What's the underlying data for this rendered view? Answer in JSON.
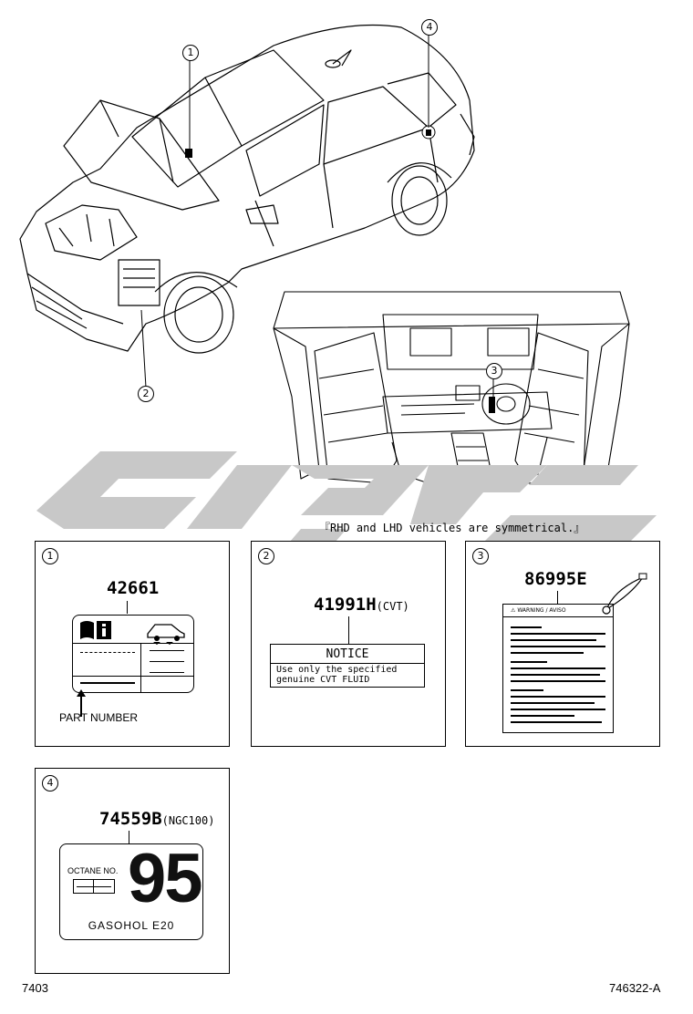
{
  "callouts": {
    "c1": "1",
    "c2": "2",
    "c3": "3",
    "c4": "4"
  },
  "caption": "『RHD and LHD vehicles are symmetrical.』",
  "labels": {
    "l1": {
      "num": "1",
      "part_number": "42661",
      "part_number_label": "PART NUMBER"
    },
    "l2": {
      "num": "2",
      "part_number": "41991H",
      "suffix": "(CVT)",
      "notice_title": "NOTICE",
      "notice_line1": "Use only the specified",
      "notice_line2": "genuine CVT FLUID"
    },
    "l3": {
      "num": "3",
      "part_number": "86995E",
      "warning_header": "WARNING / AVISO"
    },
    "l4": {
      "num": "4",
      "part_number": "74559B",
      "suffix": "(NGC100)",
      "octane_label": "OCTANE NO.",
      "octane_value": "95",
      "fuel": "GASOHOL E20"
    }
  },
  "footer": {
    "left_code": "7403",
    "right_code": "746322-A"
  },
  "watermark": {
    "color": "#c8c8c8"
  }
}
